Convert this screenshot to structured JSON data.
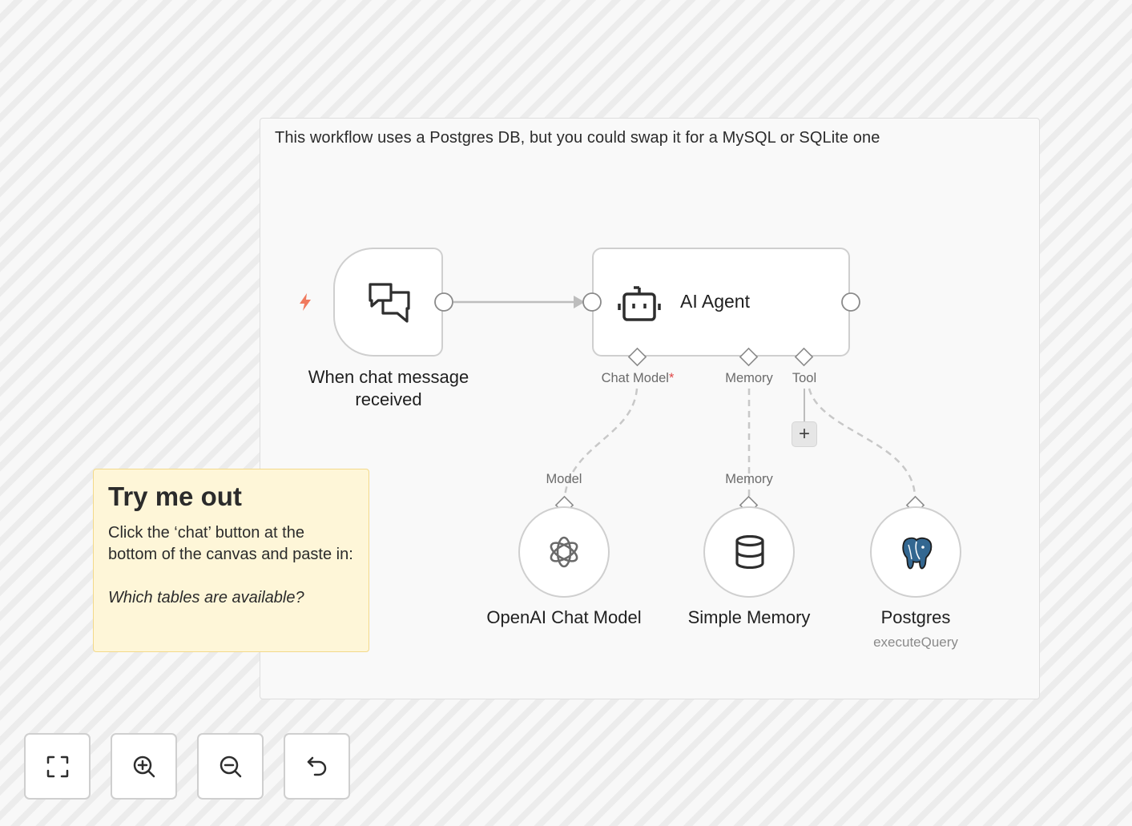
{
  "sticky_note": {
    "text": "This workflow uses a Postgres DB, but you could swap it for a MySQL or SQLite one"
  },
  "try_note": {
    "title": "Try me out",
    "body": "Click the ‘chat’ button at the bottom of the canvas and paste in:",
    "example": "Which tables are available?"
  },
  "nodes": {
    "trigger": {
      "label_line1": "When chat message",
      "label_line2": "received",
      "icon": "chat-bubbles-icon"
    },
    "agent": {
      "title": "AI Agent",
      "icon": "robot-icon",
      "ports": {
        "chat_model": "Chat Model",
        "required_mark": "*",
        "memory": "Memory",
        "tool": "Tool"
      }
    },
    "openai": {
      "label": "OpenAI Chat Model",
      "port": "Model",
      "icon": "openai-icon"
    },
    "memory": {
      "label": "Simple Memory",
      "port": "Memory",
      "icon": "database-icon"
    },
    "postgres": {
      "label": "Postgres",
      "subtitle": "executeQuery",
      "icon": "elephant-icon"
    }
  },
  "controls": {
    "fit": "fit-view-icon",
    "zoom_in": "zoom-in-icon",
    "zoom_out": "zoom-out-icon",
    "reset": "reset-zoom-icon",
    "add_tool": "+"
  },
  "colors": {
    "trigger_bolt": "#f07a5e",
    "sticky_yellow": "#fef6d8",
    "required_star": "#e04848"
  }
}
